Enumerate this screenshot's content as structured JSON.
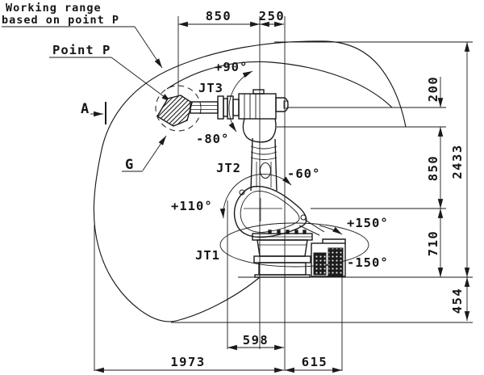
{
  "note": {
    "line1": "Working range",
    "line2": "based on point P"
  },
  "labels": {
    "point_p": "Point P",
    "view_a": "A",
    "g": "G"
  },
  "joints": {
    "jt1": "JT1",
    "jt2": "JT2",
    "jt3": "JT3"
  },
  "angles": {
    "jt1_plus": "+150°",
    "jt1_minus": "-150°",
    "jt2_plus": "+110°",
    "jt2_minus": "-60°",
    "jt3_plus": "+90°",
    "jt3_minus": "-80°"
  },
  "dimensions": {
    "top_850": "850",
    "top_250": "250",
    "right_200": "200",
    "right_850": "850",
    "right_710": "710",
    "right_454": "454",
    "right_total": "2433",
    "bottom_598": "598",
    "bottom_1973": "1973",
    "bottom_615": "615"
  },
  "colors": {
    "ink": "#1a1a1a",
    "paper": "#ffffff"
  }
}
